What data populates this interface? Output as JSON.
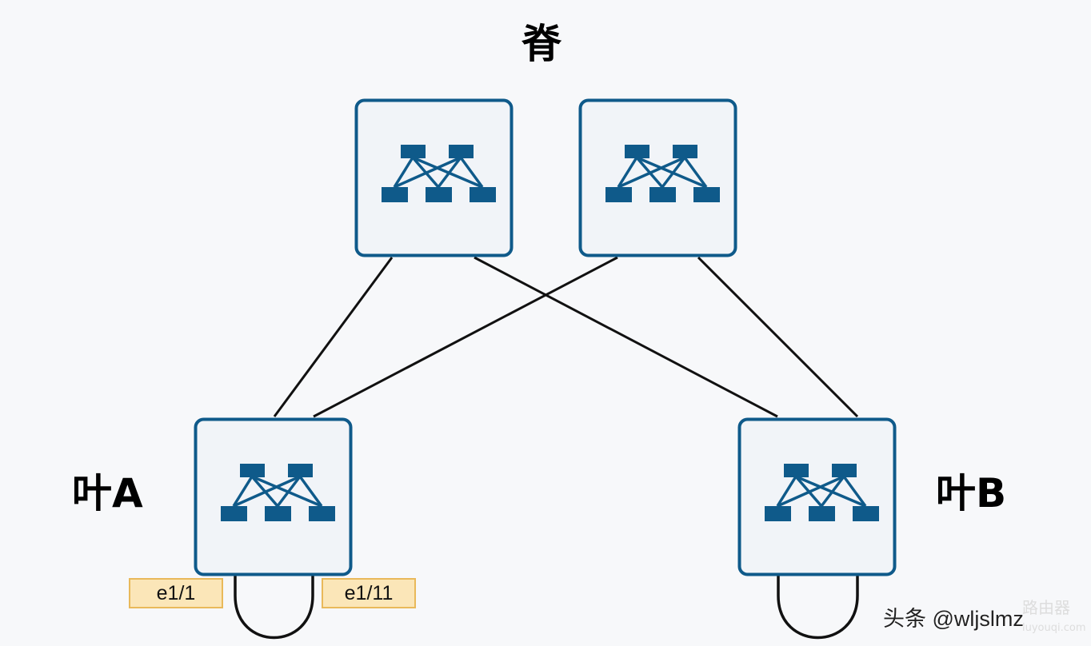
{
  "title": "脊",
  "leaf_a_label": "叶A",
  "leaf_b_label": "叶B",
  "ports": [
    "e1/1",
    "e1/11"
  ],
  "watermark": "头条 @wljslmz",
  "watermark_site": "路由器",
  "watermark_url": "luyouqi.com",
  "colors": {
    "switch": "#0f5a8a",
    "box_fill": "#f1f4f8",
    "link": "#111111",
    "port_fill": "#fbe6b8",
    "port_border": "#e9b95a"
  }
}
